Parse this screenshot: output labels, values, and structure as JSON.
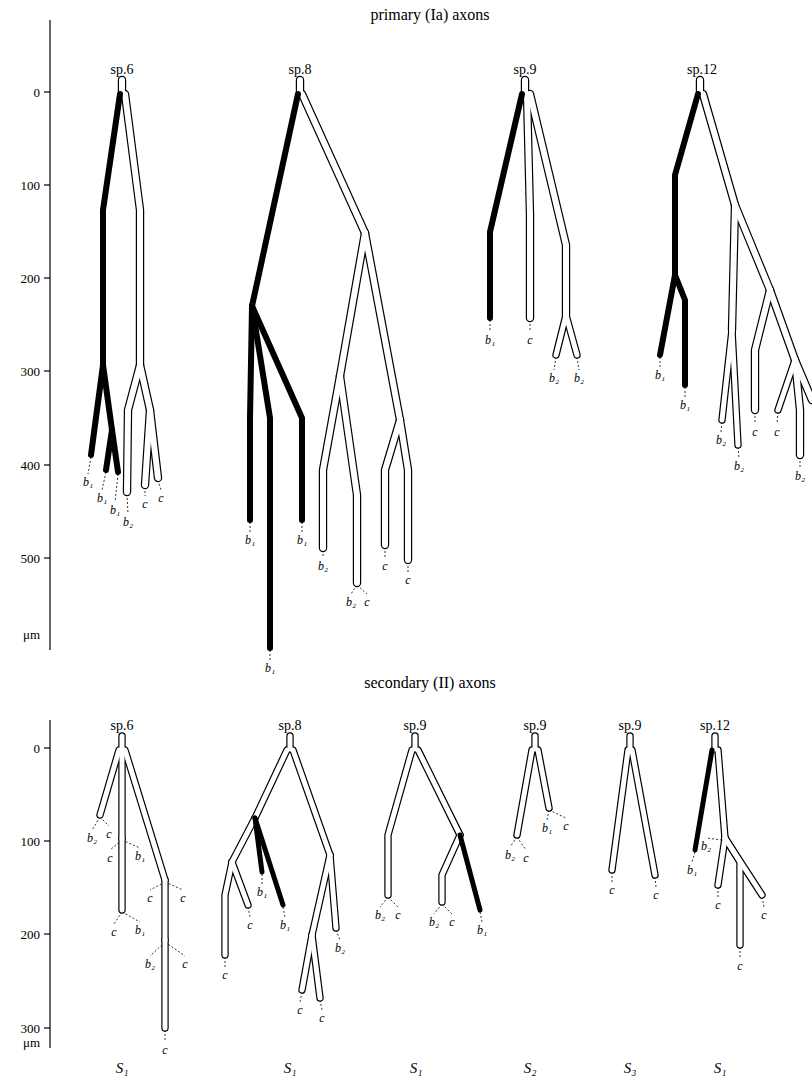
{
  "diagram": {
    "labels": [
      "primary (Ia) axons",
      "secondary (II) axons",
      "0",
      "100",
      "200",
      "300",
      "400",
      "500",
      "μm",
      "sp.6",
      "sp.8",
      "sp.9",
      "sp.12",
      "b₁",
      "b₁",
      "b₁",
      "b₂",
      "c",
      "c",
      "b₁",
      "b₁",
      "b₁",
      "b₂",
      "b₂",
      "c",
      "c",
      "c",
      "b₁",
      "c",
      "b₂",
      "b₂",
      "b₁",
      "b₁",
      "b₂",
      "b₂",
      "c",
      "c",
      "b₂",
      "0",
      "100",
      "200",
      "300",
      "μm",
      "sp.6",
      "sp.8",
      "sp.9",
      "sp.9",
      "sp.9",
      "sp.12",
      "b₂",
      "c",
      "c",
      "b₁",
      "c",
      "b₁",
      "c",
      "c",
      "b₂",
      "c",
      "c",
      "b₁",
      "b₁",
      "c",
      "c",
      "b₂",
      "c",
      "c",
      "b₂",
      "c",
      "b₁",
      "b₂",
      "c",
      "b₂",
      "c",
      "b₁",
      "c",
      "c",
      "c",
      "b₁",
      "b₂",
      "c",
      "c",
      "c",
      "S₁",
      "S₁",
      "S₁",
      "S₂",
      "S₃",
      "S₁"
    ]
  }
}
